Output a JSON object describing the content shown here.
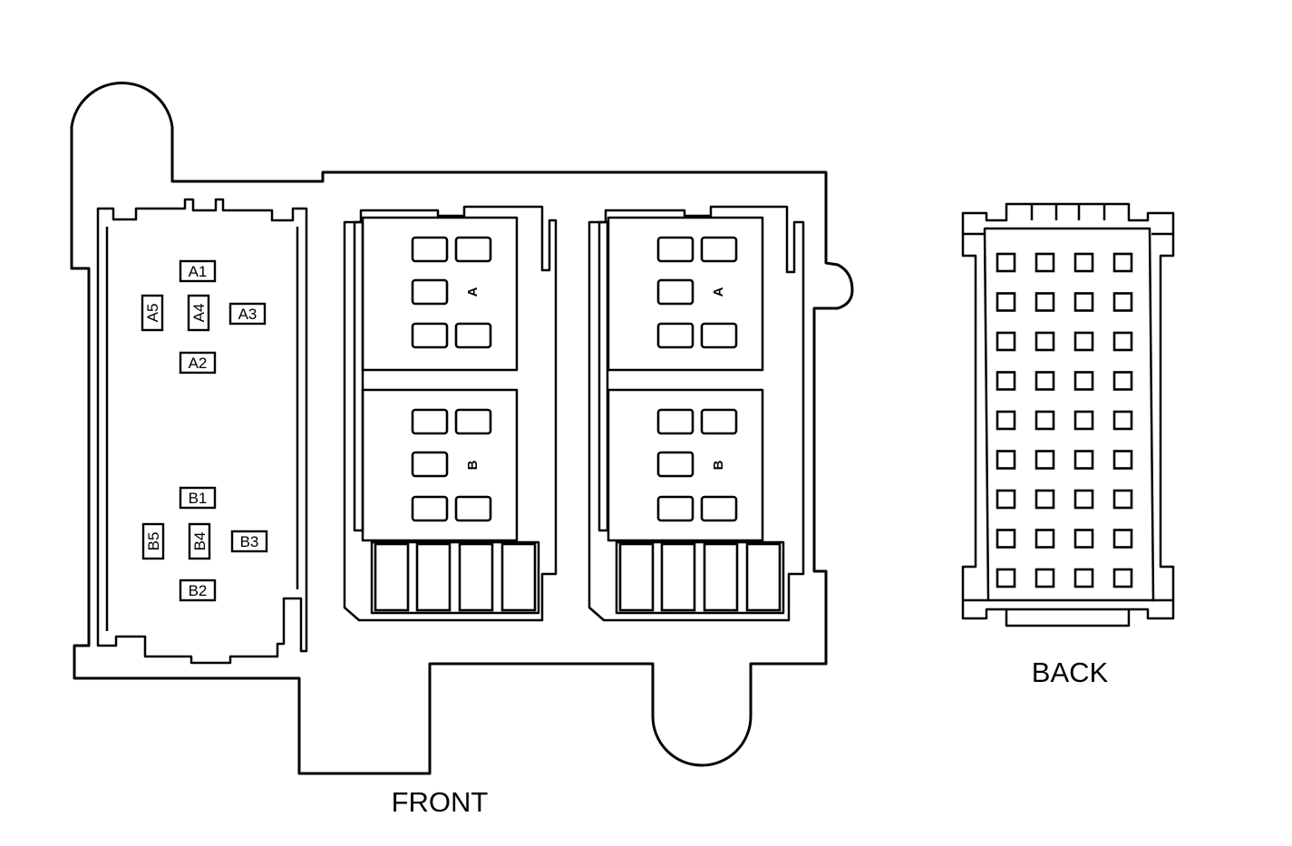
{
  "captions": {
    "front": "FRONT",
    "back": "BACK"
  },
  "front_left_terminals": {
    "a1": "A1",
    "a2": "A2",
    "a3": "A3",
    "a4": "A4",
    "a5": "A5",
    "b1": "B1",
    "b2": "B2",
    "b3": "B3",
    "b4": "B4",
    "b5": "B5"
  },
  "relay_sections": {
    "upper": "A",
    "lower": "B"
  },
  "back_grid": {
    "rows": 9,
    "columns": 4
  }
}
